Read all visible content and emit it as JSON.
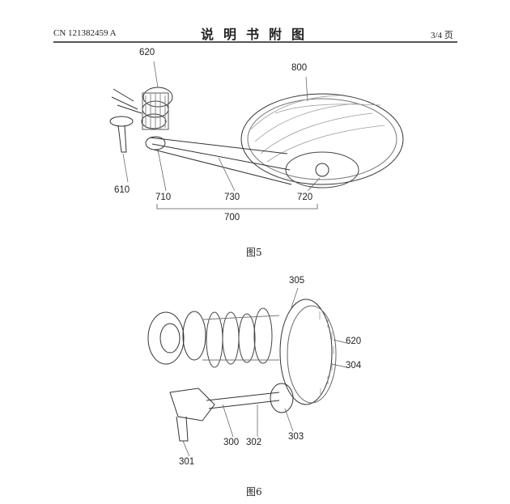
{
  "header": {
    "doc_number": "CN 121382459 A",
    "title": "说明书附图",
    "page": "3/4 页"
  },
  "figure5": {
    "caption": "图5",
    "labels": {
      "l620": "620",
      "l800": "800",
      "l610": "610",
      "l710": "710",
      "l730": "730",
      "l720": "720",
      "l700": "700"
    }
  },
  "figure6": {
    "caption": "图6",
    "labels": {
      "l305": "305",
      "l620": "620",
      "l304": "304",
      "l300": "300",
      "l302": "302",
      "l303": "303",
      "l301": "301"
    }
  }
}
